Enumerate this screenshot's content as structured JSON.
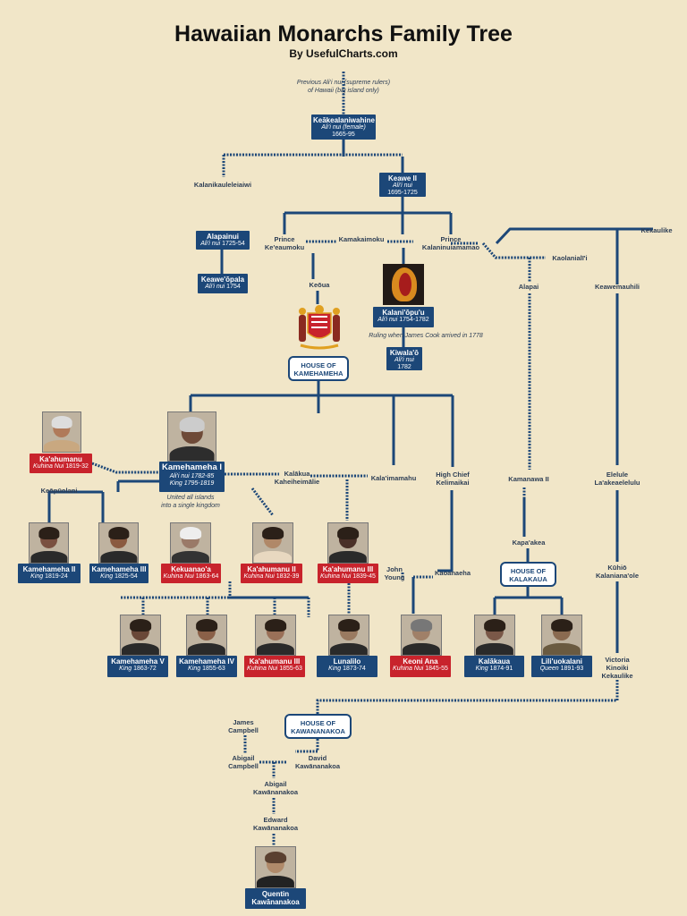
{
  "title": "Hawaiian Monarchs Family Tree",
  "subtitle": "By UsefulCharts.com",
  "colors": {
    "navy": "#1c4778",
    "red": "#c8232c",
    "background": "#f1e6c8",
    "line": "#1c4778"
  },
  "notes": {
    "previous_line1": "Previous Ali'i nui (supreme rulers)",
    "previous_line2": "of Hawaii (big island only)",
    "cook": "Ruling when James Cook arrived in 1778",
    "united1": "United all islands",
    "united2": "into a single kingdom"
  },
  "houses": {
    "kamehameha": [
      "HOUSE OF",
      "KAMEHAMEHA"
    ],
    "kalakaua": [
      "HOUSE OF",
      "KALAKAUA"
    ],
    "kawananakoa": [
      "HOUSE OF",
      "KAWANANAKOA"
    ]
  },
  "boxes": {
    "keakealaniwahine": {
      "name": "Keākealaniwahine",
      "sub": "Ali'i nui (female)",
      "dates": "1665-95"
    },
    "keawe2": {
      "name": "Keawe II",
      "sub": "Ali'i nui",
      "dates": "1695-1725"
    },
    "alapainui": {
      "name": "Alapainui",
      "role": "Ali'i nui",
      "dates": "1725-54"
    },
    "keaweopala": {
      "name": "Keawe'ōpala",
      "role": "Ali'i nui",
      "dates": "1754"
    },
    "kalaniopuu": {
      "name": "Kalani'ōpu'u",
      "role": "Ali'i nui",
      "dates": "1754-1782"
    },
    "kiwalao": {
      "name": "Kiwala'ō",
      "sub": "Ali'i nui",
      "dates": "1782"
    },
    "kaahumanu": {
      "name": "Ka'ahumanu",
      "role": "Kuhina Nui",
      "dates": "1819-32"
    },
    "kamehameha1": {
      "name": "Kamehameha I",
      "line2": "Ali'i nui 1782-85",
      "line3": "King 1795-1819"
    },
    "kamehameha2": {
      "name": "Kamehameha II",
      "role": "King",
      "dates": "1819-24"
    },
    "kamehameha3": {
      "name": "Kamehameha III",
      "role": "King",
      "dates": "1825-54"
    },
    "kekuanaoa": {
      "name": "Kekuanao'a",
      "role": "Kuhina Nui",
      "dates": "1863-64"
    },
    "kaahumanu2": {
      "name": "Ka'ahumanu II",
      "role": "Kuhina Nui",
      "dates": "1832-39"
    },
    "kaahumanu3": {
      "name": "Ka'ahumanu III",
      "role": "Kuhina Nui",
      "dates": "1839-45"
    },
    "kamehameha5": {
      "name": "Kamehameha V",
      "role": "King",
      "dates": "1863-72"
    },
    "kamehameha4": {
      "name": "Kamehameha IV",
      "role": "King",
      "dates": "1855-63"
    },
    "kaahumanu4": {
      "name": "Ka'ahumanu III",
      "role": "Kuhina Nui",
      "dates": "1855-63"
    },
    "lunalilo": {
      "name": "Lunalilo",
      "role": "King",
      "dates": "1873-74"
    },
    "keoniana": {
      "name": "Keoni Ana",
      "role": "Kuhina Nui",
      "dates": "1845-55"
    },
    "kalakaua": {
      "name": "Kalākaua",
      "role": "King",
      "dates": "1874-91"
    },
    "liliuokalani": {
      "name": "Lili'uokalani",
      "role": "Queen",
      "dates": "1891-93"
    },
    "quentin": {
      "name1": "Quentin",
      "name2": "Kawānanakoa"
    }
  },
  "labels": {
    "kalanikauleleiaiwi": "Kalanikauleleiaiwi",
    "keoua_prince1": "Prince",
    "keoua_prince2": "Ke'eaumoku",
    "kamakaimoku": "Kamakaimoku",
    "kalani_prince1": "Prince",
    "kalani_prince2": "Kalaninuiamamao",
    "kekaulike": "Kekaulike",
    "kaolanialii": "Kaolanialī'i",
    "alapai": "Alapai",
    "keawemauhili": "Keawemauhili",
    "keoua": "Keōua",
    "keopuolani": "Keōpūolani",
    "kalakua1": "Kalākua",
    "kalakua2": "Kaheiheimālie",
    "kalaimamahu": "Kala'imamahu",
    "chief1": "High Chief",
    "chief2": "Kelimaikai",
    "kamanawa": "Kamanawa II",
    "elelule1": "Elelule",
    "elelule2": "La'akeaelelulu",
    "kapaakea": "Kapa'akea",
    "kuhio1": "Kūhiō",
    "kuhio2": "Kalaniana'ole",
    "john1": "John",
    "john2": "Young",
    "kaoanaeha": "Kaoanaeha",
    "victoria1": "Victoria",
    "victoria2": "Kinoiki",
    "victoria3": "Kekaulike",
    "james1": "James",
    "james2": "Campbell",
    "abigail1": "Abigail",
    "abigail2": "Campbell",
    "david1": "David",
    "david2": "Kawānanakoa",
    "abigailk1": "Abigail",
    "abigailk2": "Kawānanakoa",
    "edward1": "Edward",
    "edward2": "Kawānanakoa"
  }
}
